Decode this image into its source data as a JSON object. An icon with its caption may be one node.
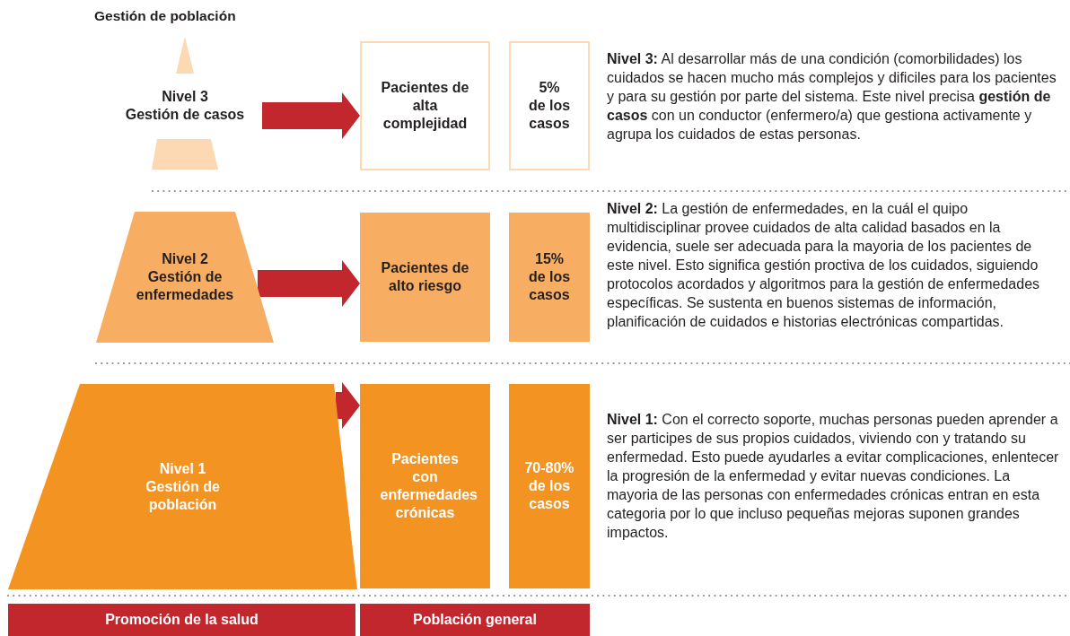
{
  "diagram": {
    "title": "Gestión de población",
    "nodes": [
      {
        "text": [
          "Nivel 3",
          "Gestión de casos"
        ]
      },
      {
        "text": [
          "Pacientes de alta complejidad"
        ]
      },
      {
        "text": [
          "5%",
          "de los casos"
        ]
      },
      {
        "text": [
          "Nivel 2",
          "Gestión de enfermedades"
        ]
      },
      {
        "text": [
          "Pacientes de alto riesgo"
        ]
      },
      {
        "text": [
          "15%",
          "de los casos"
        ]
      },
      {
        "text": [
          "Nivel 1",
          "Gestión de población"
        ]
      },
      {
        "text": [
          "Pacientes con enfermedades crónicas"
        ]
      },
      {
        "text": [
          "70-80%",
          "de los casos"
        ]
      },
      {
        "text": [
          "Promoción de la salud"
        ]
      },
      {
        "text": [
          "Población general"
        ]
      }
    ],
    "edges": [
      {
        "from": 0,
        "to": 1,
        "arrow": "to"
      },
      {
        "from": 3,
        "to": 4,
        "arrow": "to"
      },
      {
        "from": 6,
        "to": 7,
        "arrow": "to"
      }
    ],
    "labels": [
      "**Nivel 3:** Al desarrollar más de una condición (comorbilidades) los cuidados se hacen mucho más complejos y dificiles para los pacientes y para su gestión por parte del sistema. Este nivel precisa **gestión de casos** con un conductor (enfermero/a) que gestiona activamente y agrupa los cuidados de estas personas.",
      "**Nivel 2:** La gestión de enfermedades, en la cuál el quipo multidisciplinar provee cuidados de alta calidad basados en la evidencia, suele ser adecuada para la mayoria de los pacientes de este nivel. Esto significa gestión proctiva de los cuidados, siguiendo protocolos acordados y algoritmos para la gestión de enfermedades específicas. Se sustenta en buenos sistemas de información, planificación de cuidados e historias electrónicas compartidas.",
      "**Nivel 1:** Con el correcto soporte, muchas personas pueden aprender a ser participes de sus propios cuidados, viviendo con y tratando su enfermedad. Esto puede ayudarles a evitar complicaciones, enlentecer la progresión de la enfermedad y evitar nuevas condiciones. La mayoria de las personas con enfermedades crónicas entran en esta categoria por lo que incluso pequeñas mejoras suponen grandes impactos."
    ]
  }
}
